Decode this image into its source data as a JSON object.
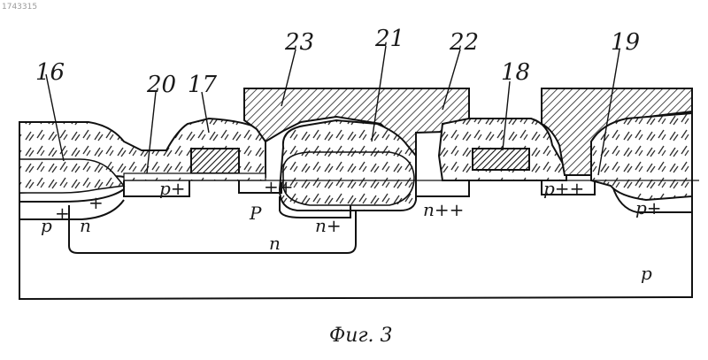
{
  "document_stamp": "1743315",
  "figure_caption": "Фиг. 3",
  "reference_numerals": [
    "16",
    "17",
    "18",
    "19",
    "20",
    "21",
    "22",
    "23"
  ],
  "region_labels": [
    "p",
    "n",
    "+",
    "+",
    "p+",
    "P",
    "++",
    "n+",
    "n",
    "n++",
    "p++",
    "p+",
    "p"
  ]
}
